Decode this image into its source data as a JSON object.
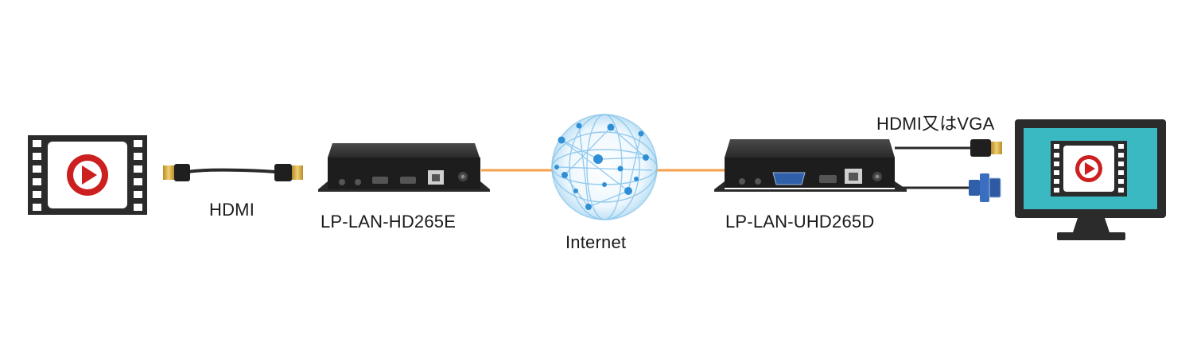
{
  "labels": {
    "hdmi_cable": "HDMI",
    "encoder_model": "LP-LAN-HD265E",
    "network": "Internet",
    "decoder_model": "LP-LAN-UHD265D",
    "output_options": "HDMI又はVGA"
  },
  "colors": {
    "network_line": "#f5a04a",
    "video_red": "#cc1f1f",
    "monitor_screen": "#3bb9c3",
    "device_body": "#1f1f1f",
    "globe_blue": "#2e8fd6"
  },
  "icons": [
    "film-video-icon",
    "hdmi-connector-icon",
    "globe-network-icon",
    "vga-connector-icon",
    "monitor-icon"
  ]
}
